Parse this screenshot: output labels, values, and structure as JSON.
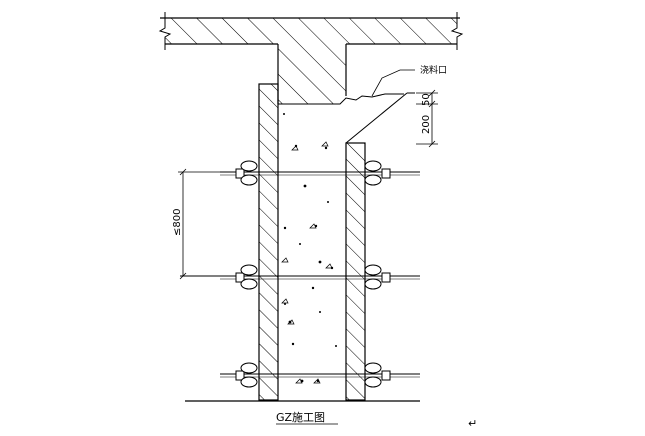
{
  "drawing": {
    "caption": "GZ施工图",
    "pour_opening_label": "浇料口",
    "dim_gap": "50",
    "dim_slope": "200",
    "dim_spacing": "≤800",
    "return_mark": "↵"
  }
}
